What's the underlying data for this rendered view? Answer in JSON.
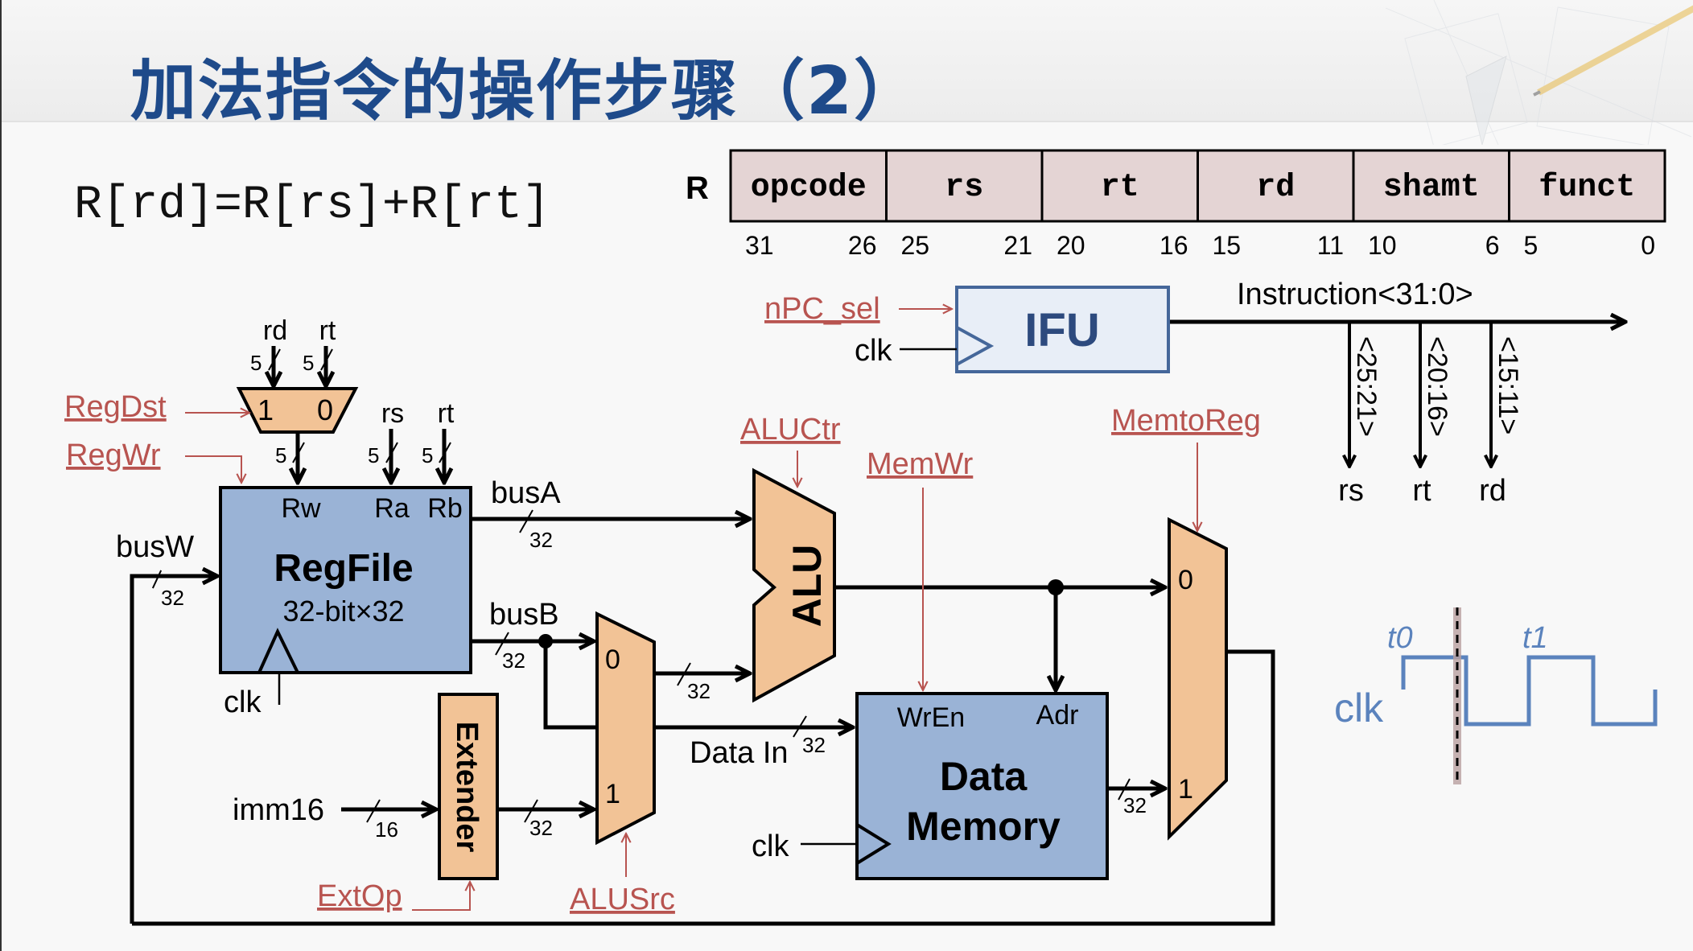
{
  "title": "加法指令的操作步骤（2）",
  "formula": "R[rd]=R[rs]+R[rt]",
  "format": {
    "label": "R",
    "fields": [
      "opcode",
      "rs",
      "rt",
      "rd",
      "shamt",
      "funct"
    ],
    "bits": [
      [
        "31",
        "26"
      ],
      [
        "25",
        "21"
      ],
      [
        "20",
        "16"
      ],
      [
        "15",
        "11"
      ],
      [
        "10",
        "6"
      ],
      [
        "5",
        "0"
      ]
    ]
  },
  "ifu": {
    "label": "IFU",
    "npc_sel": "nPC_sel",
    "clk": "clk",
    "instruction": "Instruction<31:0>",
    "splits": [
      {
        "range": "<25:21>",
        "name": "rs"
      },
      {
        "range": "<20:16>",
        "name": "rt"
      },
      {
        "range": "<15:11>",
        "name": "rd"
      }
    ]
  },
  "regdst_mux": {
    "in1": "rd",
    "in0": "rt",
    "label1": "1",
    "label0": "0",
    "width": "5"
  },
  "control": {
    "regdst": "RegDst",
    "regwr": "RegWr",
    "aluctr": "ALUCtr",
    "memwr": "MemWr",
    "memtoreg": "MemtoReg",
    "extop": "ExtOp",
    "alusrc": "ALUSrc"
  },
  "regfile": {
    "title": "RegFile",
    "subtitle": "32-bit×32",
    "ports": {
      "rw": "Rw",
      "ra": "Ra",
      "rb": "Rb"
    },
    "rs": "rs",
    "rt": "rt",
    "clk": "clk",
    "buswidth": "5"
  },
  "buses": {
    "busA": "busA",
    "busB": "busB",
    "busW": "busW",
    "width32": "32",
    "width16": "16",
    "imm16": "imm16",
    "data_in": "Data In"
  },
  "extender": {
    "label": "Extender"
  },
  "alusrc_mux": {
    "label0": "0",
    "label1": "1"
  },
  "alu": {
    "label": "ALU"
  },
  "datamem": {
    "line1": "Data",
    "line2": "Memory",
    "wren": "WrEn",
    "adr": "Adr",
    "clk": "clk"
  },
  "memtoreg_mux": {
    "label0": "0",
    "label1": "1"
  },
  "clock": {
    "label": "clk",
    "t0": "t0",
    "t1": "t1"
  },
  "colors": {
    "accent_blue": "#1e4a8a",
    "control_red": "#b85450",
    "block_blue": "#9ab3d6",
    "mux_orange": "#f2c396",
    "format_pink": "#e4d4d4",
    "clock_blue": "#5b83bd"
  }
}
